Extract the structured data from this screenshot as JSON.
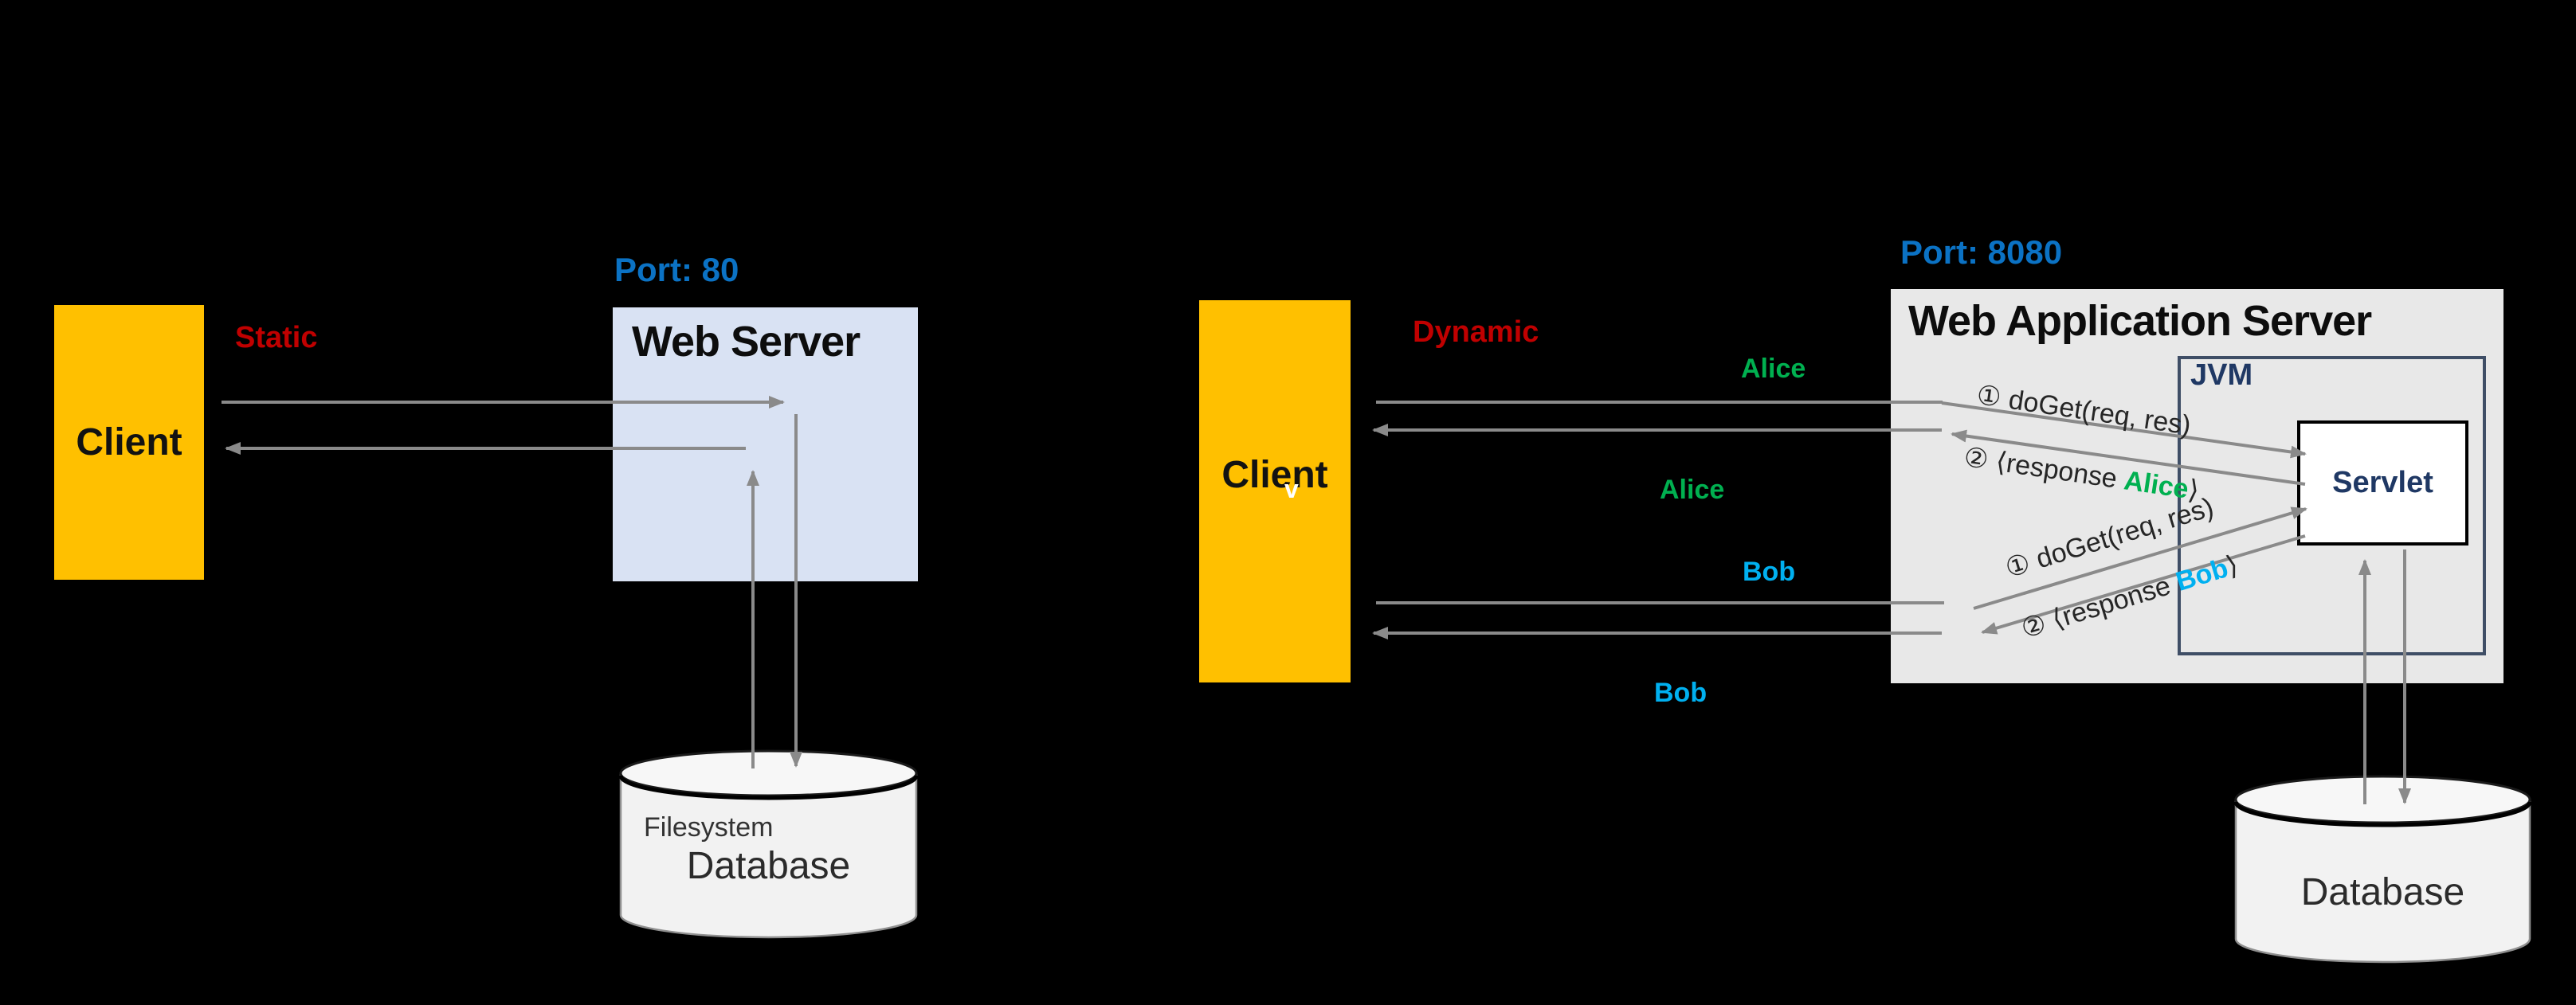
{
  "left": {
    "port": "Port: 80",
    "mode": "Static",
    "client": "Client",
    "server": "Web Server",
    "db_top": "Filesystem",
    "db_bottom": "Database"
  },
  "right": {
    "port": "Port: 8080",
    "mode": "Dynamic",
    "client": "Client",
    "client_cursor": "v",
    "server": "Web Application Server",
    "jvm": "JVM",
    "servlet": "Servlet",
    "db": "Database",
    "labels": {
      "alice_request": "Alice",
      "alice_waiting": "Alice",
      "bob_request": "Bob",
      "bob_waiting": "Bob"
    },
    "calls": {
      "call1_num": "①",
      "call1_text": "doGet(req, res)",
      "resp1_num": "②",
      "resp1_pre": "⟨response",
      "resp1_name": "Alice",
      "resp1_post": "⟩",
      "call2_num": "①",
      "call2_text": "doGet(req, res)",
      "resp2_num": "②",
      "resp2_pre": "⟨response",
      "resp2_name": "Bob",
      "resp2_post": "⟩"
    }
  },
  "colors": {
    "background": "#000000",
    "client_box": "#FFC000",
    "web_server_box": "#D9E2F3",
    "was_box": "#E8E8E8",
    "jvm_border": "#3F4E66",
    "navy_text": "#1F3864",
    "port_text": "#0B72C4",
    "mode_text": "#C00000",
    "alice_text": "#00B050",
    "bob_text": "#00B0F0",
    "arrow": "#8A8A8A",
    "db_fill": "#F2F2F2"
  }
}
